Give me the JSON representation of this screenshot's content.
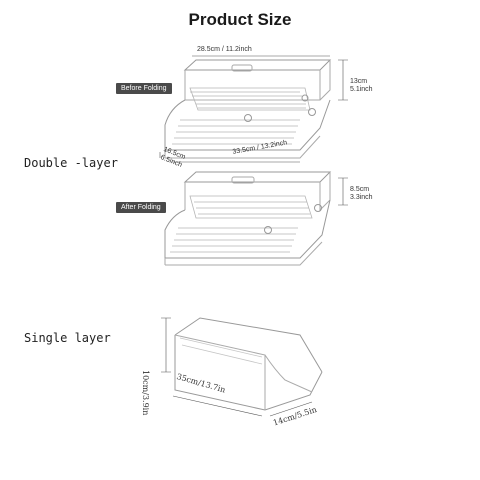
{
  "title": "Product Size",
  "double_layer": {
    "label": "Double -layer",
    "before_folding": {
      "badge": "Before Folding",
      "top_width": "28.5cm / 11.2inch",
      "height_cm": "13cm",
      "height_in": "5.1inch",
      "depth_cm": "16.5cm",
      "depth_in": "6.5inch",
      "length": "33.5cm / 13.2inch"
    },
    "after_folding": {
      "badge": "After Folding",
      "height_cm": "8.5cm",
      "height_in": "3.3inch"
    }
  },
  "single_layer": {
    "label": "Single layer",
    "height": "10cm/3.9in",
    "length": "35cm/13.7in",
    "width": "14cm/5.5in"
  }
}
